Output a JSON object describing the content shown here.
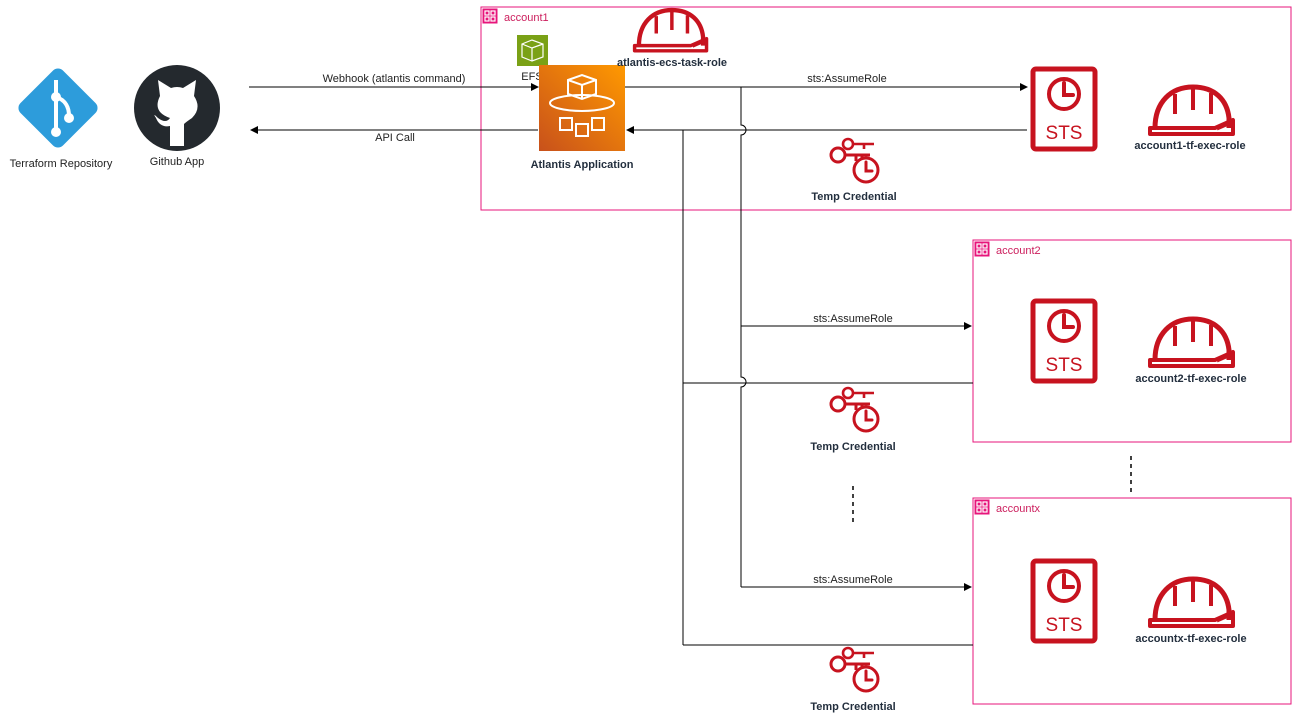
{
  "left": {
    "repo_label": "Terraform Repository",
    "github_label": "Github App"
  },
  "account1": {
    "title": "account1",
    "efs_label": "EFS",
    "task_role_label": "atlantis-ecs-task-role",
    "app_label": "Atlantis Application",
    "sts_text": "STS",
    "exec_role_label": "account1-tf-exec-role",
    "assume_label": "sts:AssumeRole",
    "temp_label": "Temp Credential"
  },
  "account2": {
    "title": "account2",
    "sts_text": "STS",
    "exec_role_label": "account2-tf-exec-role",
    "assume_label": "sts:AssumeRole",
    "temp_label": "Temp Credential"
  },
  "accountx": {
    "title": "accountx",
    "sts_text": "STS",
    "exec_role_label": "accountx-tf-exec-role",
    "assume_label": "sts:AssumeRole",
    "temp_label": "Temp Credential"
  },
  "edges": {
    "webhook_label": "Webhook (atlantis command)",
    "api_call_label": "API Call"
  },
  "colors": {
    "account_border": "#e7157b",
    "iam_red": "#c7131f",
    "compute_orange": "#ed7100",
    "efs_green": "#7aa116",
    "git_blue": "#2d9cdb",
    "github_dark": "#24292e"
  }
}
